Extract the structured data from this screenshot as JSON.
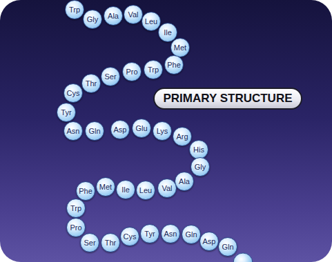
{
  "diagram": {
    "nodes": [
      {
        "text": [
          "Trp"
        ]
      },
      {
        "text": [
          "Gly"
        ]
      },
      {
        "text": [
          "Ala"
        ]
      },
      {
        "text": [
          "Val"
        ]
      },
      {
        "text": [
          "Leu"
        ]
      },
      {
        "text": [
          "Ile"
        ]
      },
      {
        "text": [
          "Met"
        ]
      },
      {
        "text": [
          "Phe"
        ]
      },
      {
        "text": [
          "Trp"
        ]
      },
      {
        "text": [
          "Pro"
        ]
      },
      {
        "text": [
          "Ser"
        ]
      },
      {
        "text": [
          "Thr"
        ]
      },
      {
        "text": [
          "Cys"
        ]
      },
      {
        "text": [
          "Tyr"
        ]
      },
      {
        "text": [
          "Asn"
        ]
      },
      {
        "text": [
          "Gln"
        ]
      },
      {
        "text": [
          "Asp"
        ]
      },
      {
        "text": [
          "Glu"
        ]
      },
      {
        "text": [
          "Lys"
        ]
      },
      {
        "text": [
          "Arg"
        ]
      },
      {
        "text": [
          "His"
        ]
      },
      {
        "text": [
          "Gly"
        ]
      },
      {
        "text": [
          "Ala"
        ]
      },
      {
        "text": [
          "Val"
        ]
      },
      {
        "text": [
          "Leu"
        ]
      },
      {
        "text": [
          "Ile"
        ]
      },
      {
        "text": [
          "Met"
        ]
      },
      {
        "text": [
          "Phe"
        ]
      },
      {
        "text": [
          "Trp"
        ]
      },
      {
        "text": [
          "Pro"
        ]
      },
      {
        "text": [
          "Ser"
        ]
      },
      {
        "text": [
          "Thr"
        ]
      },
      {
        "text": [
          "Cys"
        ]
      },
      {
        "text": [
          "Tyr"
        ]
      },
      {
        "text": [
          "Asn"
        ]
      },
      {
        "text": [
          "Gln"
        ]
      },
      {
        "text": [
          "Asp"
        ]
      },
      {
        "text": [
          "Gln"
        ]
      },
      {
        "text": [
          "PRIMARY STRUCTURE"
        ]
      }
    ]
  }
}
